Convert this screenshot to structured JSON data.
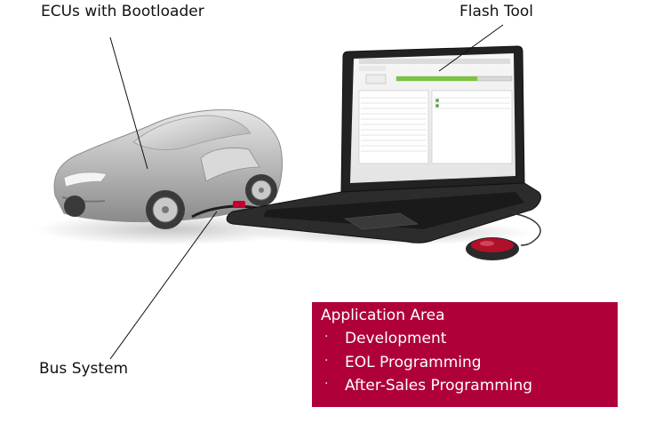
{
  "labels": {
    "ecus": "ECUs with Bootloader",
    "flash_tool": "Flash Tool",
    "bus_system": "Bus System"
  },
  "application_area": {
    "title": "Application Area",
    "items": [
      "Development",
      "EOL Programming",
      "After-Sales Programming"
    ],
    "bullet": "·"
  },
  "colors": {
    "accent": "#b0003a",
    "car_body": "#bdbdbd",
    "laptop_body": "#2a2a2a",
    "progress": "#7cc242"
  },
  "screen_progress": 0.7
}
